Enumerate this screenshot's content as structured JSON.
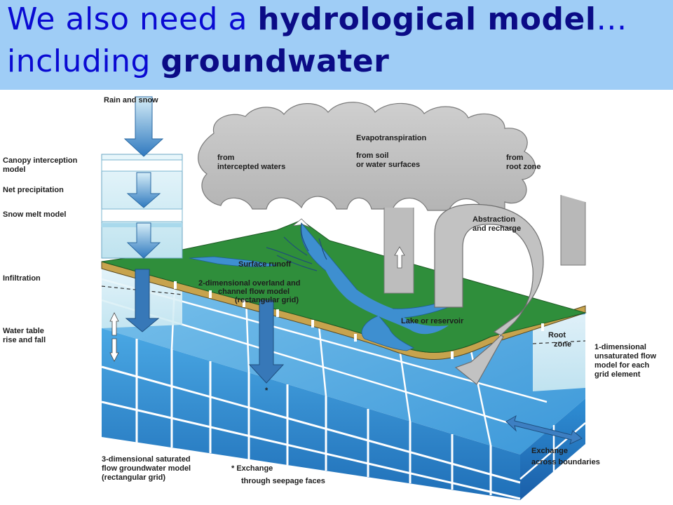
{
  "title": {
    "line1_pre": "We also need a ",
    "line1_bold": "hydrological model",
    "line1_post": "…",
    "line2_pre": "including ",
    "line2_bold": "groundwater"
  },
  "labels": {
    "rain_snow": "Rain and snow",
    "canopy_1": "Canopy interception",
    "canopy_2": "model",
    "net_precip": "Net precipitation",
    "snow_melt": "Snow melt model",
    "infiltration": "Infiltration",
    "water_table_1": "Water table",
    "water_table_2": "rise and fall",
    "sat_1": "3-dimensional saturated",
    "sat_2": "flow groundwater model",
    "sat_3": "(rectangular grid)",
    "seep_1": "* Exchange",
    "seep_2": "through seepage faces",
    "evapo": "Evapotranspiration",
    "from_intercepted_1": "from",
    "from_intercepted_2": "intercepted waters",
    "from_soil_1": "from soil",
    "from_soil_2": "or water surfaces",
    "from_root_1": "from",
    "from_root_2": "root zone",
    "abstraction_1": "Abstraction",
    "abstraction_2": "and recharge",
    "surface_runoff": "Surface runoff",
    "overland_1": "2-dimensional overland and",
    "overland_2": "channel flow model",
    "overland_3": "(rectangular grid)",
    "lake": "Lake or reservoir",
    "root_zone_1": "Root",
    "root_zone_2": "zone",
    "unsat_1": "1-dimensional",
    "unsat_2": "unsaturated flow",
    "unsat_3": "model for each",
    "unsat_4": "grid element",
    "exchange_1": "Exchange",
    "exchange_2": "across boundaries",
    "star": "*"
  },
  "colors": {
    "title_band": "#9fcdf6",
    "title_text": "#0a0ad2",
    "land": "#2f8e3b",
    "water": "#3e8fd0",
    "aquifer": "#2c8fd6",
    "cloud": "#b8b8b8",
    "soil_edge": "#c7a34d"
  }
}
